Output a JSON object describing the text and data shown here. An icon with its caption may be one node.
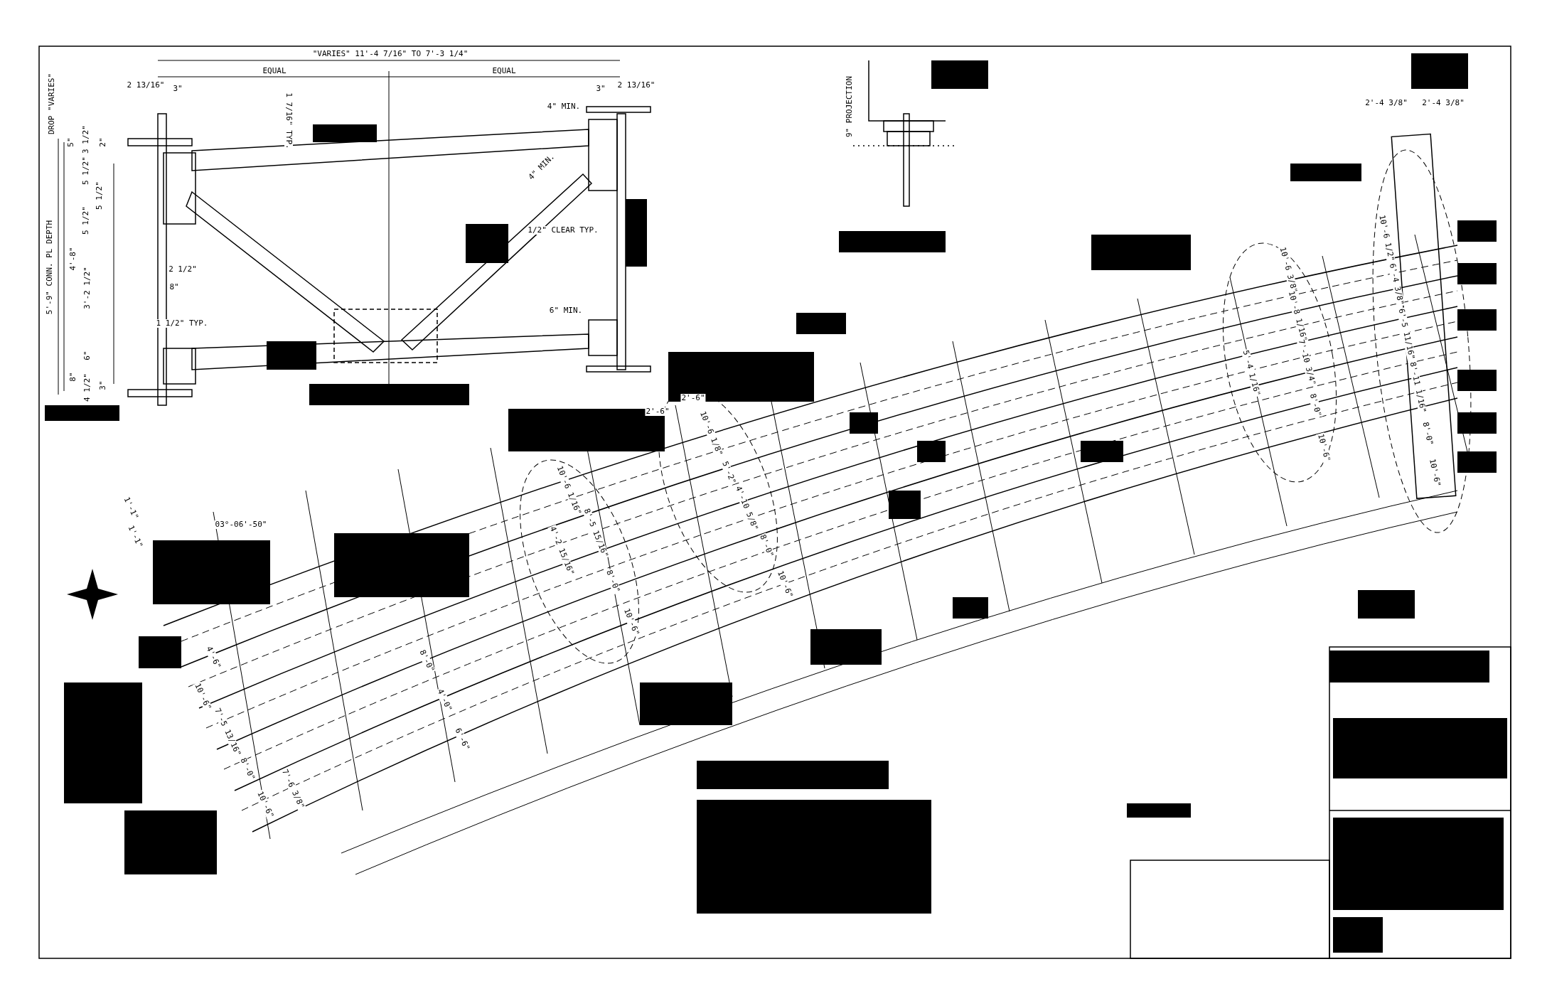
{
  "diagram": {
    "labels": [
      "\"VARIES\" 11'-4 7/16\" TO 7'-3 1/4\"",
      "EQUAL",
      "EQUAL",
      "2 13/16\"",
      "3\"",
      "3\"",
      "2 13/16\"",
      "DROP \"VARIES\"",
      "1 7/16\" TYP.",
      "4\" MIN.",
      "4\" MIN.",
      "5\"",
      "3 1/2\"",
      "2\"",
      "5 1/2\"",
      "5 1/2\"",
      "5 1/2\"",
      "5'-9\" CONN. PL DEPTH",
      "4'-8\"",
      "3'-2 1/2\"",
      "1/2\" CLEAR TYP.",
      "2 1/2\"",
      "8\"",
      "1 1/2\" TYP.",
      "6\" MIN.",
      "6\"",
      "8\"",
      "4 1/2\"",
      "3\"",
      "9\" PROJECTION",
      "2'-4 3/8\"",
      "2'-4 3/8\"",
      "10'-6 1/2\"",
      "6'-4 3/8\"",
      "6'-5 11/16\"",
      "8'-11 1/16\"",
      "8'-0\"",
      "10'-6\"",
      "10'-6 3/8\"",
      "10'-8 1/16\"",
      "7'-10 3/4\"",
      "8'-0\"",
      "10'-6\"",
      "5'-4 1/16\"",
      "2'-6\"",
      "2'-6\"",
      "10'-6 1/8\"",
      "5'-2\"",
      "4'-10 5/8\"",
      "8'-0\"",
      "10'-6\"",
      "10'-6 1/16\"",
      "4'-2 15/16\"",
      "8'-5 15/16\"",
      "8'-0\"",
      "10'-6\"",
      "1'-1\"",
      "1'-1\"",
      "03°-06'-50\"",
      "4'-6\"",
      "10'-6\"",
      "7'-5 13/16\"",
      "8'-0\"",
      "10'-6\"",
      "7'-6 3/8\"",
      "8'-0\"",
      "4'-0\"",
      "6'-6\""
    ]
  }
}
